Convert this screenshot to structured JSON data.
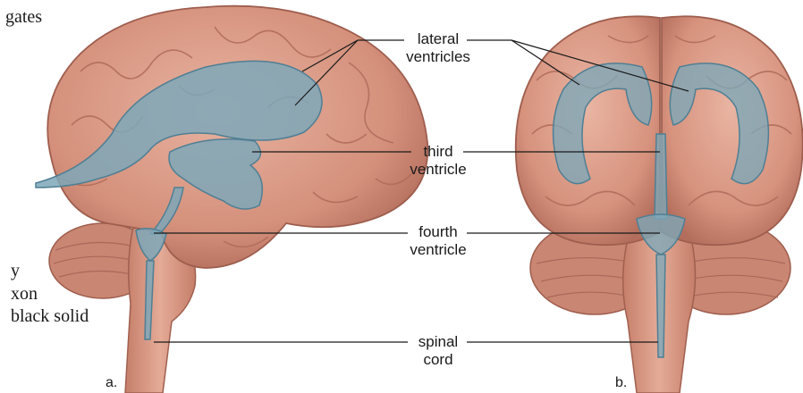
{
  "bg_text": {
    "line1": "gates",
    "line2": "y",
    "line3": "xon",
    "line4": "black solid"
  },
  "labels": {
    "lateral_line1": "lateral",
    "lateral_line2": "ventricles",
    "third_line1": "third",
    "third_line2": "ventricle",
    "fourth_line1": "fourth",
    "fourth_line2": "ventricle",
    "spinal_line1": "spinal",
    "spinal_line2": "cord"
  },
  "panels": {
    "a": "a.",
    "b": "b."
  },
  "colors": {
    "brain": "#d99a86",
    "brain_shadow": "#b8705f",
    "ventricle": "#7ea7b8",
    "ventricle_edge": "#4f7f94",
    "cerebellum": "#c98672",
    "leader": "#1a1a1a"
  }
}
